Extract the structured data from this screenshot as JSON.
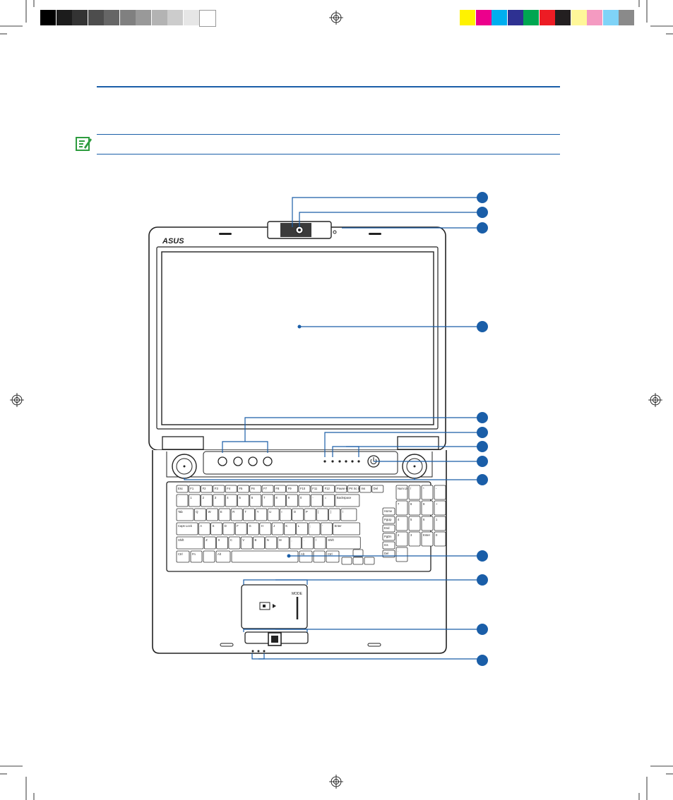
{
  "print_marks": {
    "grayscale": [
      "#000000",
      "#1c1c1c",
      "#333333",
      "#4d4d4d",
      "#666666",
      "#808080",
      "#999999",
      "#b3b3b3",
      "#cccccc",
      "#e6e6e6",
      "#ffffff"
    ],
    "colors": [
      "#fff200",
      "#ec008c",
      "#00aeef",
      "#2e3192",
      "#00a651",
      "#ed1c24",
      "#231f20",
      "#fff799",
      "#f49ac1",
      "#7fd3f7",
      "#8a8a8a"
    ]
  },
  "accent_color": "#1a5ea8",
  "note_icon": "note-pencil-icon",
  "laptop": {
    "brand": "ASUS",
    "keyboard": {
      "row_fn": [
        "Esc",
        "F1",
        "F2",
        "F3",
        "F4",
        "F5",
        "F6",
        "F7",
        "F8",
        "F9",
        "F10",
        "F11",
        "F12",
        "Pause Break",
        "Prt Sc SysRq",
        "Ins",
        "Del"
      ],
      "row_num": [
        "`",
        "1",
        "2",
        "3",
        "4",
        "5",
        "6",
        "7",
        "8",
        "9",
        "0",
        "-",
        "=",
        "Backspace"
      ],
      "row_q": [
        "Tab",
        "Q",
        "W",
        "E",
        "R",
        "T",
        "Y",
        "U",
        "I",
        "O",
        "P",
        "[",
        "]",
        "\\"
      ],
      "row_a": [
        "Caps Lock",
        "A",
        "S",
        "D",
        "F",
        "G",
        "H",
        "J",
        "K",
        "L",
        ";",
        "'",
        "Enter"
      ],
      "row_z": [
        "Shift",
        "Z",
        "X",
        "C",
        "V",
        "B",
        "N",
        "M",
        ",",
        ".",
        "/",
        "Shift"
      ],
      "row_bottom": [
        "Ctrl",
        "Fn",
        "",
        "Alt",
        "",
        "Alt",
        "",
        "Ctrl"
      ],
      "numpad": [
        "Num Lk",
        "/",
        "*",
        "-",
        "7",
        "8",
        "9",
        "+",
        "4",
        "5",
        "6",
        "1",
        "2",
        "3",
        "Enter",
        "0",
        "."
      ],
      "numpad_nav": [
        "Home",
        "PgUp",
        "End",
        "PgDn",
        "Ins",
        "Del"
      ]
    },
    "media_panel_label": "MODE",
    "status_icons": [
      "wireless-icon",
      "bluetooth-icon",
      "battery-icon",
      "hdd-icon",
      "caps-icon",
      "num-icon"
    ],
    "front_icons": [
      "power-icon",
      "wifi-icon",
      "charge-icon"
    ]
  },
  "callouts": [
    {
      "id": "c1"
    },
    {
      "id": "c2"
    },
    {
      "id": "c3"
    },
    {
      "id": "c4"
    },
    {
      "id": "c5"
    },
    {
      "id": "c6"
    },
    {
      "id": "c7"
    },
    {
      "id": "c8"
    },
    {
      "id": "c9"
    },
    {
      "id": "c10"
    },
    {
      "id": "c11"
    },
    {
      "id": "c12"
    },
    {
      "id": "c13"
    }
  ]
}
